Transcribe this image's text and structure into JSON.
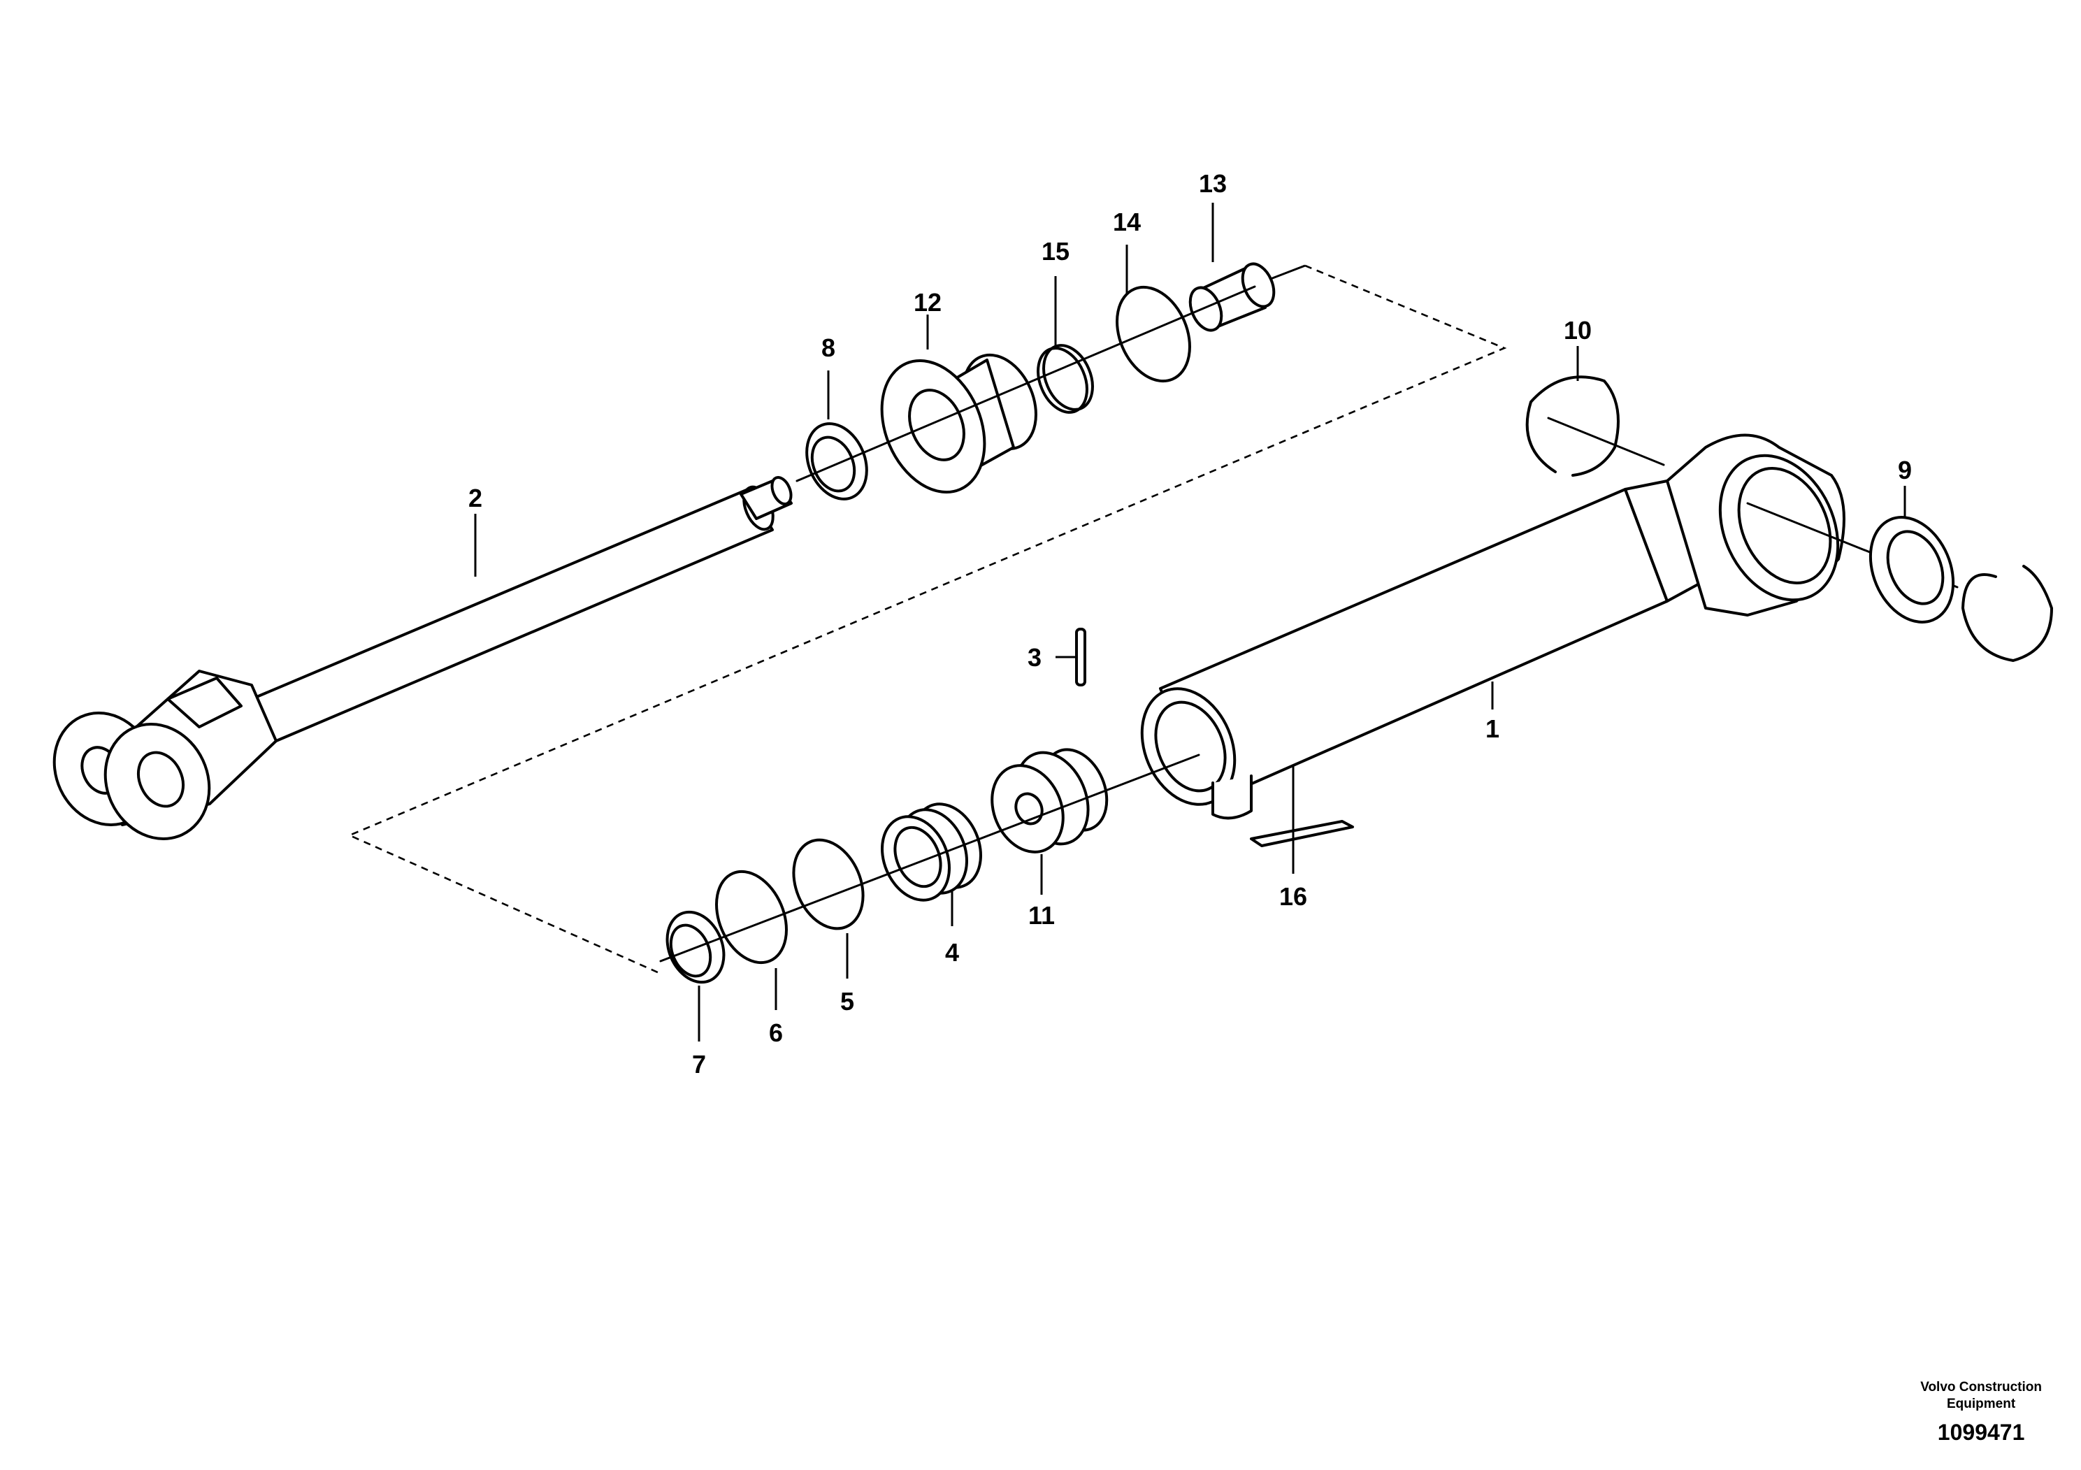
{
  "callouts": {
    "c1": "1",
    "c2": "2",
    "c3": "3",
    "c4": "4",
    "c5": "5",
    "c6": "6",
    "c7": "7",
    "c8": "8",
    "c9": "9",
    "c10": "10",
    "c11": "11",
    "c12": "12",
    "c13": "13",
    "c14": "14",
    "c15": "15",
    "c16": "16"
  },
  "footer": {
    "maker_line1": "Volvo Construction",
    "maker_line2": "Equipment",
    "doc_number": "1099471"
  }
}
